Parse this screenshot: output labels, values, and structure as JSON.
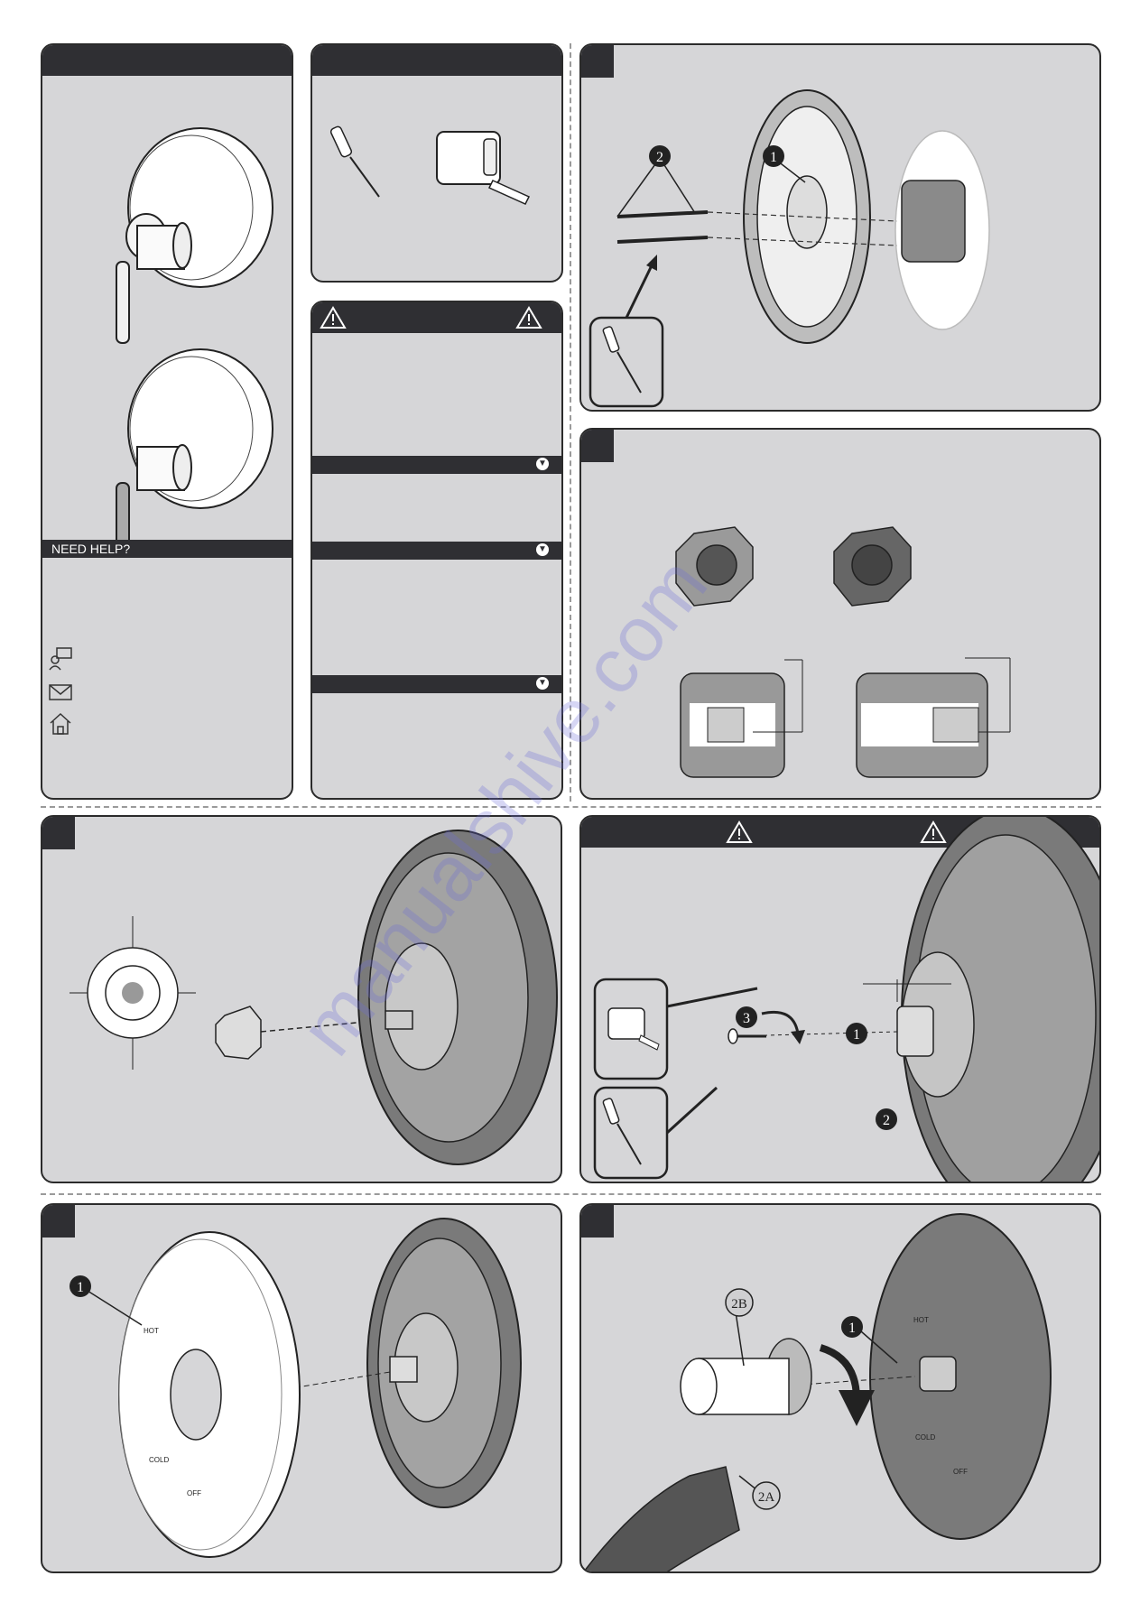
{
  "help_section": {
    "title": "NEED HELP?"
  },
  "callouts": {
    "step1_screw": "2",
    "step1_plate": "1",
    "step4_screw": "3",
    "step4_adapter": "1",
    "step4_spline": "2",
    "step5_trim": "1",
    "step6_handle": "2B",
    "step6_adapter": "1",
    "step6_lever": "2A"
  },
  "trim_labels": {
    "hot": "HOT",
    "cold": "COLD",
    "off": "OFF"
  },
  "watermark": "manualshive.com",
  "icons": [
    "screwdriver-icon",
    "tape-measure-icon",
    "warning-icon",
    "arrow-down-circle-icon",
    "chat-icon",
    "mail-icon",
    "home-icon"
  ],
  "colors": {
    "panel_bg": "#d6d6d8",
    "header_bg": "#2f2f33",
    "watermark": "#6b6bd8"
  }
}
